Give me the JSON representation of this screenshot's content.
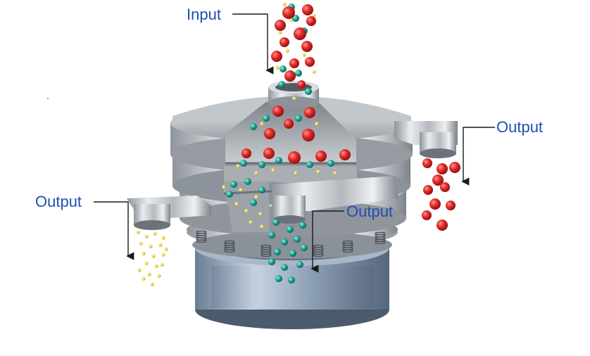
{
  "labels": {
    "input": "Input",
    "output_right": "Output",
    "output_left": "Output",
    "output_center": "Output"
  },
  "colors": {
    "label_text": "#1f4fb5",
    "arrow": "#1a1a1a",
    "large_particle": "#d9262b",
    "medium_particle": "#1e9a8f",
    "fine_particle": "#e8d84a",
    "steel": "#b9bec4"
  },
  "particles": {
    "large": "red-ball",
    "medium": "teal-ball",
    "fine": "yellow-grain"
  }
}
